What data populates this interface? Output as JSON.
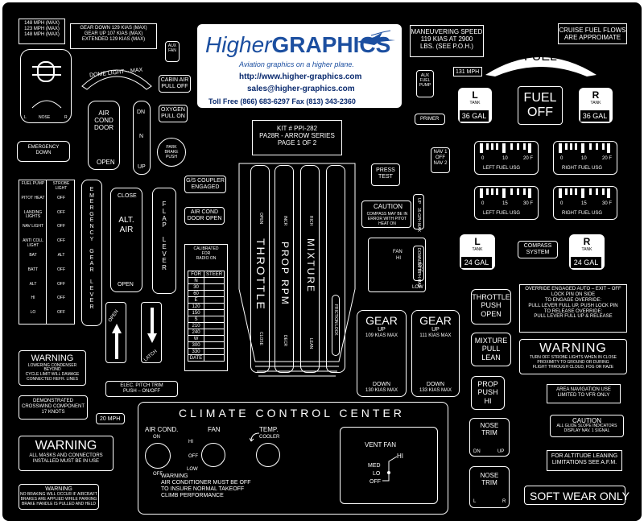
{
  "logo": {
    "brand_light": "Higher",
    "brand_bold": "GRAPHICS",
    "tagline": "Aviation graphics on a higher plane.",
    "url": "http://www.higher-graphics.com",
    "email": "sales@higher-graphics.com",
    "phone": "Toll Free (866) 683-6297   Fax (813) 343-2360"
  },
  "speeds": {
    "mph": [
      "148 MPH (MAX)",
      "123 MPH (MAX)",
      "148 MPH (MAX)"
    ],
    "gear": [
      "GEAR DOWN   129 KIAS (MAX)",
      "GEAR UP   107 KIAS (MAX)",
      "EXTENDED   129 KIAS (MAX)"
    ]
  },
  "aux_fan": [
    "AUX",
    "FAN"
  ],
  "dome_light": "DOME LIGHT – MAX",
  "cabin_air": [
    "CABIN AIR",
    "PULL OFF"
  ],
  "nose_gear": {
    "l": "L",
    "nose": "NOSE",
    "r": "R"
  },
  "air_cond_door": [
    "AIR",
    "COND",
    "DOOR"
  ],
  "open_label": "OPEN",
  "dn_n_up": [
    "DN",
    "N",
    "UP"
  ],
  "oxygen": [
    "OXYGEN",
    "PULL ON"
  ],
  "park_brake": [
    "PARK",
    "BRAKE",
    "PUSH"
  ],
  "emergency_down": [
    "EMERGENCY",
    "DOWN"
  ],
  "switch_left": [
    "FUEL PUMP",
    "PITOT HEAT",
    "LANDING LIGHTS",
    "NAV LIGHT",
    "ANTI COLL LIGHT",
    "BAT",
    "BATT",
    "ALT",
    "HI",
    "LO"
  ],
  "switch_mid": [
    "STROBE LIGHT",
    "OFF",
    "OFF",
    "OFF",
    "OFF",
    "ALT",
    "OFF",
    "OFF",
    "OFF",
    "OFF"
  ],
  "emergency_gear_lever": "EMERGENCY GEAR LEVER",
  "alt_air": {
    "close": "CLOSE",
    "label": [
      "ALT.",
      "AIR"
    ],
    "open": "OPEN"
  },
  "flap_lever": "FLAP LEVER",
  "gs_coupler": [
    "G/S COUPLER",
    "ENGAGED"
  ],
  "air_cond_door_open": [
    "AIR COND",
    "DOOR OPEN"
  ],
  "calibrated": [
    "CALIBRATED",
    "FOR",
    "RADIO ON"
  ],
  "cal_table": {
    "headers": [
      "FOR",
      "STEER"
    ],
    "rows": [
      "N",
      "30",
      "60",
      "E",
      "120",
      "150",
      "S",
      "210",
      "240",
      "W",
      "300",
      "330",
      "DATE"
    ]
  },
  "open_arrow": "OPEN",
  "latch_arrow": "LATCH",
  "kit": [
    "KIT # PPI-282",
    "PA28R - ARROW SERIES",
    "PAGE 1 OF 2"
  ],
  "throttle_quadrant": {
    "throttle": "THROTTLE",
    "throttle_open": "OPEN",
    "throttle_close": "CLOSE",
    "prop_inc": "INCR",
    "prop": "PROP RPM",
    "prop_dec": "DECR",
    "mixture_rich": "RICH",
    "mixture": "MIXTURE",
    "mixture_lean": "LEAN",
    "friction": "FRICTION LOCK"
  },
  "press_test": [
    "PRESS",
    "TEST"
  ],
  "caution_compass": [
    "CAUTION",
    "COMPASS MAY BE IN ERROR WITH PITOT HEAT ON"
  ],
  "fan_box": {
    "fan": "FAN",
    "hi": "HI",
    "off": "OFF",
    "low": "LOW"
  },
  "on_side": "ON",
  "open_side": "OPEN",
  "gear_left": {
    "title": "GEAR",
    "up": "UP",
    "up_speed": "109 KIAS MAX",
    "down": "DOWN",
    "down_speed": "130 KIAS MAX"
  },
  "gear_right": {
    "title": "GEAR",
    "up": "UP",
    "up_speed": "111 KIAS MAX",
    "down": "DOWN",
    "down_speed": "133 KIAS MAX"
  },
  "elec_pitch": [
    "ELEC. PITCH TRIM",
    "PUSH – ON/OFF"
  ],
  "mph20": "20 MPH",
  "warning_left": {
    "title": "WARNING",
    "body": [
      "LOWERING CONDENSER BEYOND",
      "CYCLE LIMIT WILL DAMAGE",
      "CONNECTED REFR. LINES"
    ]
  },
  "demonstrated": [
    "DEMONSTRATED",
    "CROSSWIND COMPONENT",
    "17 KNOTS"
  ],
  "warning_masks": {
    "title": "WARNING",
    "body": [
      "ALL MASKS AND CONNECTORS",
      "INSTALLED MUST BE IN USE"
    ]
  },
  "warning_small": {
    "title": "WARNING",
    "body": [
      "NO BRAKING WILL OCCUR IF AIRCRAFT",
      "BRAKES ARE APPLIED WHILE PARKING",
      "BRAKE HANDLE IS PULLED AND HELD"
    ]
  },
  "climate": {
    "title": "CLIMATE CONTROL CENTER",
    "air_cond": "AIR COND.",
    "on": "ON",
    "off": "OFF",
    "fan": "FAN",
    "hi": "HI",
    "off2": "OFF",
    "low": "LOW",
    "temp": "TEMP.",
    "cooler": "COOLER",
    "warning": [
      "WARNING",
      "AIR CONDITIONER MUST BE OFF",
      "TO INSURE NORMAL TAKEOFF",
      "CLIMB PERFORMANCE"
    ],
    "vent_fan": "VENT FAN",
    "vent_hi": "HI",
    "vent_med": "MED",
    "vent_lo": "LO",
    "vent_off": "OFF"
  },
  "maneuvering": [
    "MANEUVERING SPEED",
    "119 KIAS AT 2900",
    "LBS. (SEE P.O.H.)"
  ],
  "cruise_fuel": [
    "CRUISE FUEL FLOWS",
    "ARE APPROIMATE"
  ],
  "aux_fuel_pump": [
    "AUX",
    "FUEL",
    "PUMP"
  ],
  "mph131": "131 MPH",
  "fuel_arc": "FUEL",
  "tank_l": {
    "letter": "L",
    "tank": "TANK",
    "gal": "36 GAL"
  },
  "fuel_off": [
    "FUEL",
    "OFF"
  ],
  "tank_r": {
    "letter": "R",
    "tank": "TANK",
    "gal": "36 GAL"
  },
  "primer": "PRIMER",
  "nav_switch": [
    "NAV 1",
    "OFF",
    "NAV 2"
  ],
  "fuel_gauges": [
    {
      "scale": [
        "0",
        "10",
        "20 F"
      ],
      "label": "LEFT FUEL USG"
    },
    {
      "scale": [
        "0",
        "10",
        "20 F"
      ],
      "label": "RIGHT FUEL USG"
    },
    {
      "scale": [
        "0",
        "15",
        "30 F"
      ],
      "label": "LEFT FUEL USG"
    },
    {
      "scale": [
        "0",
        "15",
        "30 F"
      ],
      "label": "RIGHT FUEL USG"
    }
  ],
  "side_up": [
    "UP",
    "35 GPH MAX"
  ],
  "side_down": [
    "DOWN",
    "150 MPH MAX"
  ],
  "tank_l24": {
    "letter": "L",
    "tank": "TANK",
    "gal": "24 GAL"
  },
  "compass_system": [
    "COMPASS",
    "SYSTEM"
  ],
  "tank_r24": {
    "letter": "R",
    "tank": "TANK",
    "gal": "24 GAL"
  },
  "throttle_push": [
    "THROTTLE",
    "PUSH",
    "OPEN"
  ],
  "mixture_pull": [
    "MIXTURE",
    "PULL",
    "LEAN"
  ],
  "prop_push": [
    "PROP",
    "PUSH",
    "HI"
  ],
  "override": [
    "OVERRIDE ENGAGED   AUTO – EXIT – OFF",
    "LOCK PIN ON SIDE",
    "TO ENGAGE OVERRIDE:",
    "PULL LEVER FULL UP, PUSH LOCK PIN",
    "TO RELEASE OVERRIDE:",
    "PULL LEVER FULL UP & RELEASE"
  ],
  "warning_strobe": {
    "title": "WARNING",
    "body": [
      "TURN OFF STROBE LIGHTS WHEN IN CLOSE",
      "PROXIMITY TO GROUND OR DURING",
      "FLIGHT THROUGH CLOUD, FOG OR HAZE"
    ]
  },
  "area_nav": [
    "AREA NAVIGATION USE",
    "LIMITED TO VFR ONLY"
  ],
  "caution_glide": [
    "CAUTION",
    "ALL GLIDE SLOPE INDICATORS",
    "DISPLAY NAV. 1 SIGNAL"
  ],
  "nose_trim1": {
    "label": [
      "NOSE",
      "TRIM"
    ],
    "dn": "DN",
    "up": "UP"
  },
  "nose_trim2": {
    "label": [
      "NOSE",
      "TRIM"
    ],
    "l": "L",
    "r": "R"
  },
  "altitude_leaning": [
    "FOR ALTITUDE LEANING",
    "LIMITATIONS SEE A.F.M."
  ],
  "soft_wear": "SOFT WEAR ONLY",
  "colors": {
    "background": "#000000",
    "text": "#ffffff",
    "logo_blue": "#1c4fa0",
    "logo_navy": "#0a2a6e"
  }
}
